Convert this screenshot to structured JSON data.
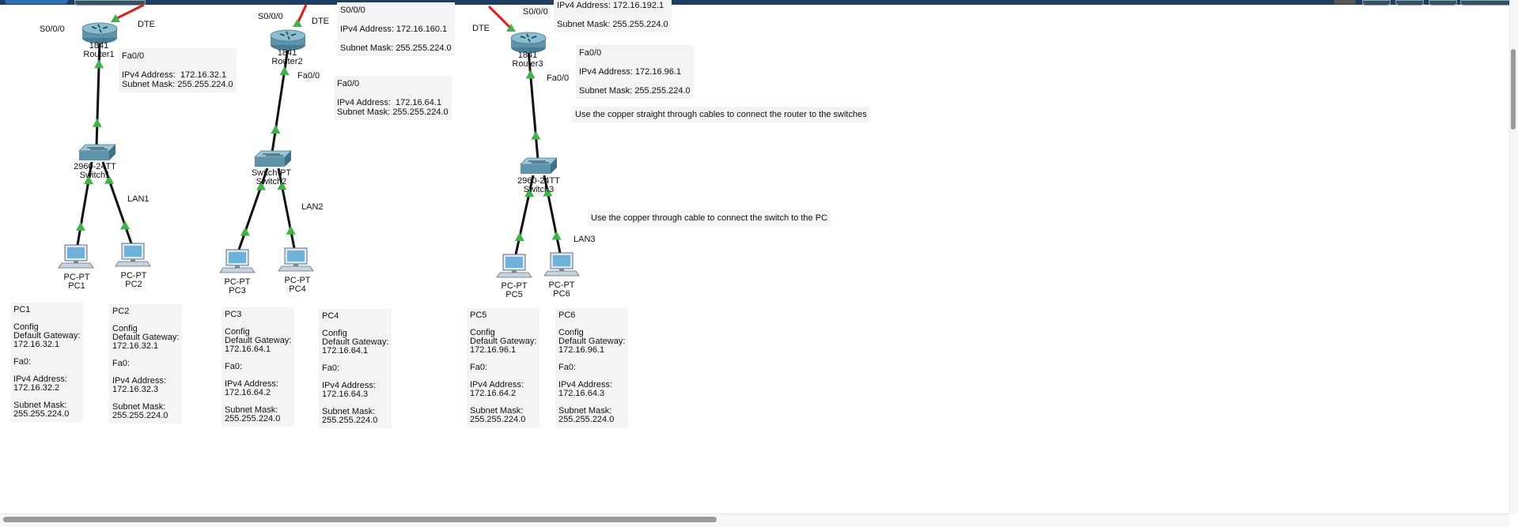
{
  "colors": {
    "cable": "#111111",
    "serial": "#e01b1b",
    "link_light": "#3fb24a",
    "note_bg": "#f4f4f6",
    "topbar": "#1f3d63"
  },
  "routers": [
    {
      "model": "1841",
      "name": "Router1",
      "serial_port": "S0/0/0",
      "dte": "DTE"
    },
    {
      "model": "1841",
      "name": "Router2",
      "serial_port": "S0/0/0",
      "dte": "DTE",
      "fa_port": "Fa0/0"
    },
    {
      "model": "1841",
      "name": "Router3",
      "serial_port": "S0/0/0",
      "dte": "DTE",
      "fa_port": "Fa0/0"
    }
  ],
  "switches": [
    {
      "model": "2960-24TT",
      "name": "Switch1",
      "lan": "LAN1"
    },
    {
      "model": "Switch-PT",
      "name": "Switch2",
      "lan": "LAN2"
    },
    {
      "model": "2960-24TT",
      "name": "Switch3",
      "lan": "LAN3"
    }
  ],
  "pcs": [
    {
      "model": "PC-PT",
      "name": "PC1"
    },
    {
      "model": "PC-PT",
      "name": "PC2"
    },
    {
      "model": "PC-PT",
      "name": "PC3"
    },
    {
      "model": "PC-PT",
      "name": "PC4"
    },
    {
      "model": "PC-PT",
      "name": "PC5"
    },
    {
      "model": "PC-PT",
      "name": "PC6"
    }
  ],
  "router_notes": [
    {
      "text": "Fa0/0\n\nIPv4 Address:  172.16.32.1\nSubnet Mask: 255.255.224.0"
    },
    {
      "text": "Fa0/0\n\nIPv4 Address:  172.16.64.1\nSubnet Mask: 255.255.224.0"
    },
    {
      "text": "Fa0/0\n\nIPv4 Address: 172.16.96.1\n\nSubnet Mask: 255.255.224.0"
    }
  ],
  "serial_notes": [
    {
      "text": "S0/0/0\n\nIPv4 Address: 172.16.160.1\n\nSubnet Mask: 255.255.224.0"
    },
    {
      "text": "IPv4 Address: 172.16.192.1\n\nSubnet Mask: 255.255.224.0"
    }
  ],
  "instructions": [
    {
      "text": "Use the copper straight through cables to connect the router to the switches"
    },
    {
      "text": "Use the copper through cable to connect the switch to the PC"
    }
  ],
  "pc_notes": [
    {
      "text": "PC1\n\nConfig\nDefault Gateway:\n172.16.32.1\n\nFa0:\n\nIPv4 Address:\n172.16.32.2\n\nSubnet Mask:\n255.255.224.0"
    },
    {
      "text": "PC2\n\nConfig\nDefault Gateway:\n172.16.32.1\n\nFa0:\n\nIPv4 Address:\n172.16.32.3\n\nSubnet Mask:\n255.255.224.0"
    },
    {
      "text": "PC3\n\nConfig\nDefault Gateway:\n172.16.64.1\n\nFa0:\n\nIPv4 Address:\n172.16.64.2\n\nSubnet Mask:\n255.255.224.0"
    },
    {
      "text": "PC4\n\nConfig\nDefault Gateway:\n172.16.64.1\n\nFa0:\n\nIPv4 Address:\n172.16.64.3\n\nSubnet Mask:\n255.255.224.0"
    },
    {
      "text": "PC5\n\nConfig\nDefault Gateway:\n172.16.96.1\n\nFa0:\n\nIPv4 Address:\n172.16.64.2\n\nSubnet Mask:\n255.255.224.0"
    },
    {
      "text": "PC6\n\nConfig\nDefault Gateway:\n172.16.96.1\n\nFa0:\n\nIPv4 Address:\n172.16.64.3\n\nSubnet Mask:\n255.255.224.0"
    }
  ]
}
